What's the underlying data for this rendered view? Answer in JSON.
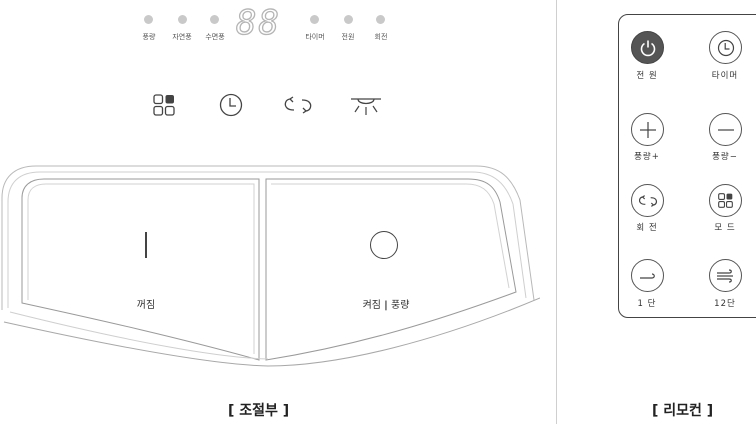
{
  "panel": {
    "display_digits": "88",
    "led_labels": [
      "풍량",
      "자연풍",
      "수면풍",
      "타이머",
      "전원",
      "회전"
    ],
    "icons": [
      "mode-icon",
      "timer-icon",
      "rotation-icon",
      "sleep-light-icon"
    ],
    "off_button_label": "꺼짐",
    "on_button_label_left": "켜짐",
    "on_button_separator": "|",
    "on_button_label_right": "풍량",
    "caption": "[ 조절부 ]"
  },
  "remote": {
    "buttons": [
      {
        "label": "전 원",
        "icon": "power-icon"
      },
      {
        "label": "타이머",
        "icon": "timer-icon"
      },
      {
        "label": "풍량+",
        "icon": "plus-icon"
      },
      {
        "label": "풍량−",
        "icon": "minus-icon"
      },
      {
        "label": "회 전",
        "icon": "rotation-icon"
      },
      {
        "label": "모 드",
        "icon": "mode-icon"
      },
      {
        "label": "1 단",
        "icon": "wind-low-icon"
      },
      {
        "label": "12단",
        "icon": "wind-high-icon"
      }
    ],
    "caption": "[ 리모컨 ]"
  }
}
